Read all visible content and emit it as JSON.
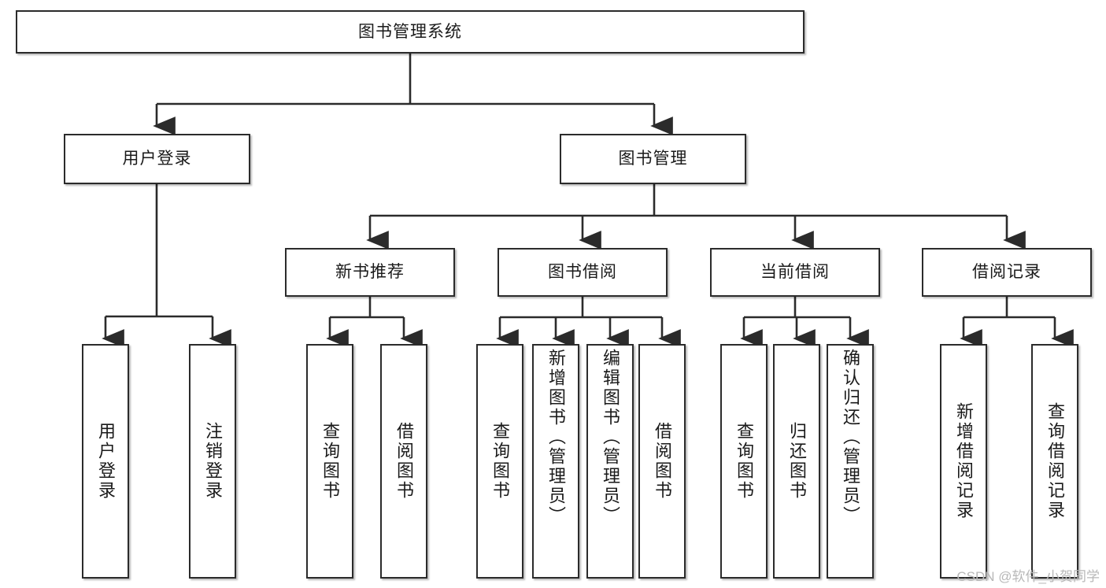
{
  "diagram": {
    "title": "图书管理系统",
    "type": "tree-hierarchy-diagram",
    "colors": {
      "box_border": "#2b2b2b",
      "box_fill": "#ffffff",
      "edge": "#2b2b2b",
      "watermark": "#b8b8b8"
    },
    "root": {
      "label": "图书管理系统"
    },
    "level2": [
      {
        "label": "用户登录"
      },
      {
        "label": "图书管理"
      }
    ],
    "level3": [
      {
        "label": "新书推荐"
      },
      {
        "label": "图书借阅"
      },
      {
        "label": "当前借阅"
      },
      {
        "label": "借阅记录"
      }
    ],
    "leaves": {
      "user_login": [
        {
          "label": "用户登录"
        },
        {
          "label": "注销登录"
        }
      ],
      "new_book_recommend": [
        {
          "label": "查询图书"
        },
        {
          "label": "借阅图书"
        }
      ],
      "book_borrow": [
        {
          "label": "查询图书"
        },
        {
          "label": "新增图书（管理员）"
        },
        {
          "label": "编辑图书（管理员）"
        },
        {
          "label": "借阅图书"
        }
      ],
      "current_borrow": [
        {
          "label": "查询图书"
        },
        {
          "label": "归还图书"
        },
        {
          "label": "确认归还（管理员）"
        }
      ],
      "borrow_record": [
        {
          "label": "新增借阅记录"
        },
        {
          "label": "查询借阅记录"
        }
      ]
    }
  },
  "watermark": {
    "text": "CSDN @软件_小贺同学"
  }
}
